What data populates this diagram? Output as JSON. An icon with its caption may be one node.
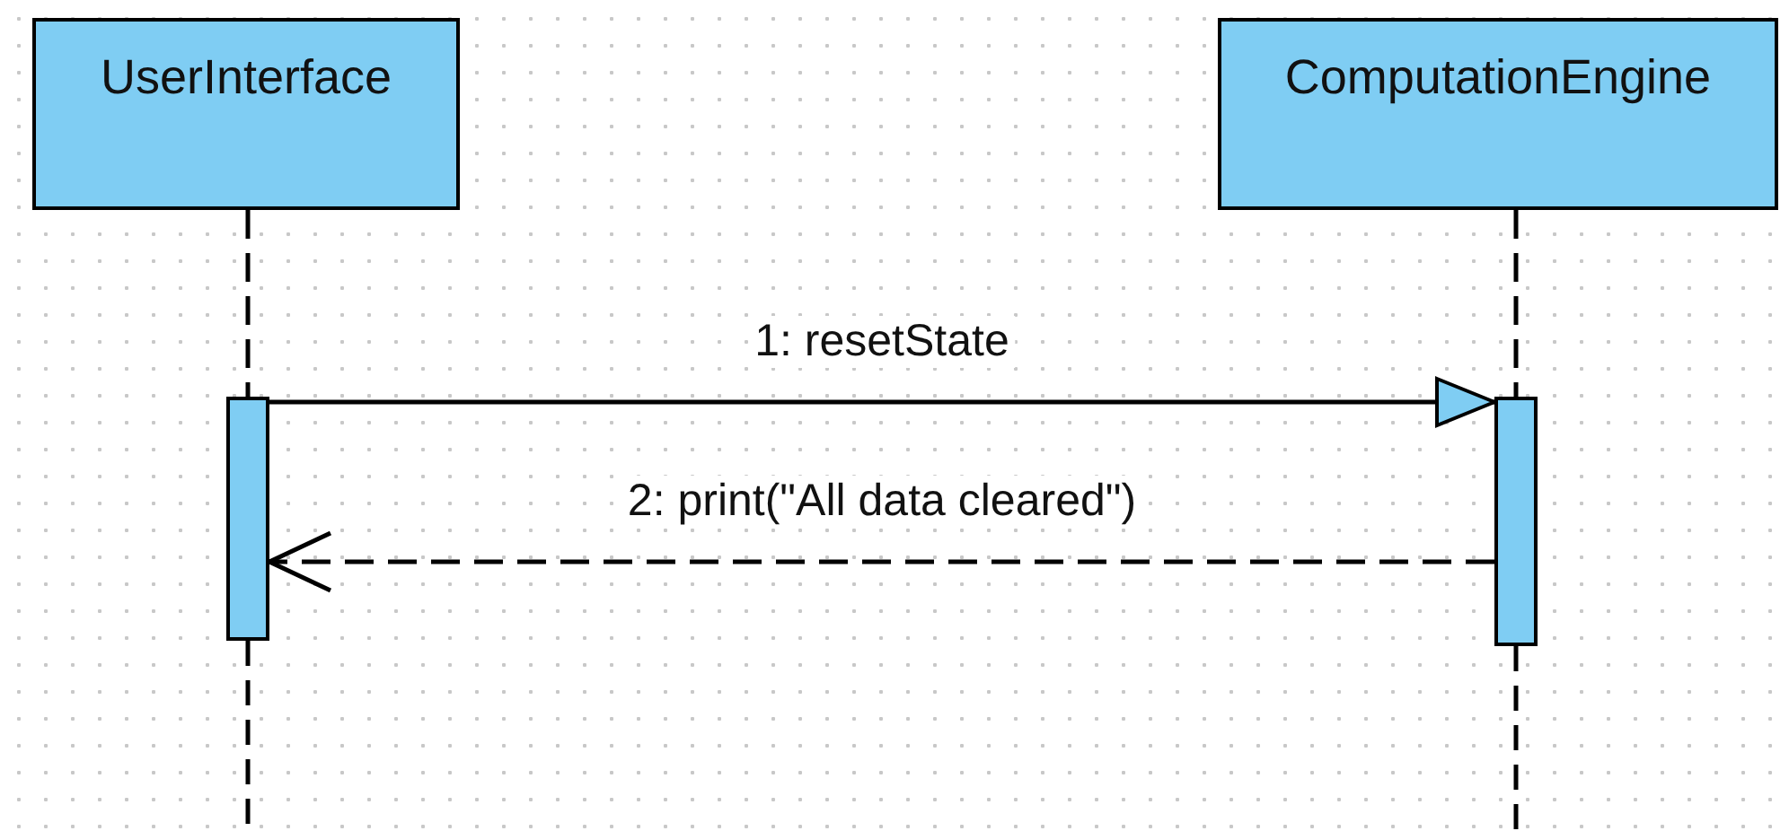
{
  "diagram": {
    "nodes": [
      {
        "text": [
          "UserInterface"
        ]
      },
      {
        "text": [
          "ComputationEngine"
        ]
      },
      {
        "text": [],
        "shape": "bar"
      },
      {
        "text": [],
        "shape": "bar"
      }
    ],
    "edges": [
      {
        "from": 0,
        "to": 2,
        "arrow": "none",
        "style": "dashed"
      },
      {
        "from": 1,
        "to": 3,
        "arrow": "none",
        "style": "dashed"
      },
      {
        "from": 2,
        "to": 3,
        "arrow": "to",
        "label": "1: resetState"
      },
      {
        "from": 3,
        "to": 2,
        "arrow": "to",
        "label": "2: print(\"All data cleared\")",
        "style": "dashed"
      }
    ]
  }
}
